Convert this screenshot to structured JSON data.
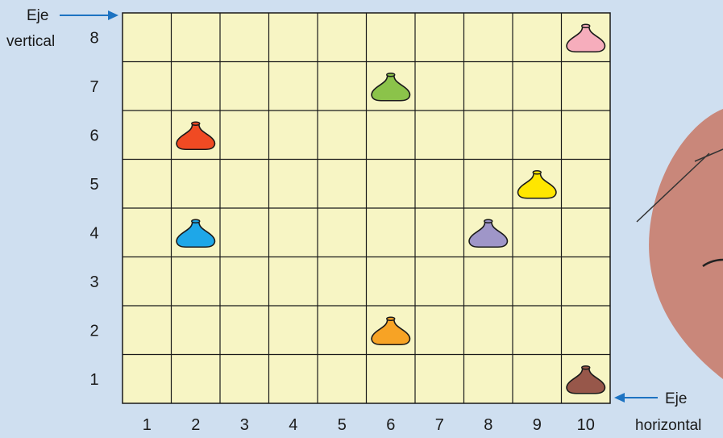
{
  "axis_labels": {
    "vertical_word1": "Eje",
    "vertical_word2": "vertical",
    "horizontal_word1": "Eje",
    "horizontal_word2": "horizontal"
  },
  "x_ticks": [
    "1",
    "2",
    "3",
    "4",
    "5",
    "6",
    "7",
    "8",
    "9",
    "10"
  ],
  "y_ticks": [
    "1",
    "2",
    "3",
    "4",
    "5",
    "6",
    "7",
    "8"
  ],
  "colors": {
    "background": "#cfdff0",
    "grid_fill": "#f7f5c4",
    "grid_line": "#1a1a1a",
    "arrow": "#1d73c2",
    "hand": "#c9877a"
  },
  "vases": [
    {
      "color": "pink",
      "fill": "#f6adbc",
      "x": 10,
      "y": 8
    },
    {
      "color": "green",
      "fill": "#8bc34a",
      "x": 6,
      "y": 7
    },
    {
      "color": "red",
      "fill": "#f04a23",
      "x": 2,
      "y": 6
    },
    {
      "color": "yellow",
      "fill": "#ffe600",
      "x": 9,
      "y": 5
    },
    {
      "color": "blue",
      "fill": "#1ea7e8",
      "x": 2,
      "y": 4
    },
    {
      "color": "purple",
      "fill": "#9f96c8",
      "x": 8,
      "y": 4
    },
    {
      "color": "orange",
      "fill": "#f7a325",
      "x": 6,
      "y": 2
    },
    {
      "color": "brown",
      "fill": "#97574a",
      "x": 10,
      "y": 1
    }
  ]
}
